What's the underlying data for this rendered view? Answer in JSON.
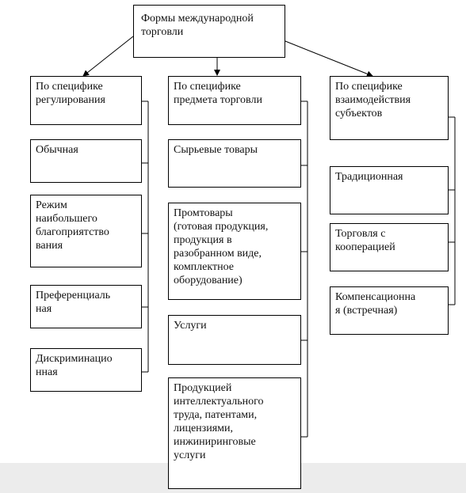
{
  "root": "Формы международной\nторговли",
  "columns": [
    {
      "header": "По специфике\nрегулирования",
      "items": [
        "Обычная",
        "Режим\nнаибольшего\nблагоприятство\nвания",
        "Преференциаль\nная",
        "Дискриминацио\nнная"
      ]
    },
    {
      "header": "По специфике\nпредмета торговли",
      "items": [
        "Сырьевые товары",
        "Промтовары\n(готовая продукция,\nпродукция в\nразобранном виде,\nкомплектное\nоборудование)",
        "Услуги",
        "Продукцией\nинтеллектуального\nтруда, патентами,\nлицензиями,\nинжиниринговые\nуслуги"
      ]
    },
    {
      "header": "По специфике\nвзаимодействия\nсубъектов",
      "items": [
        "Традиционная",
        "Торговля с\nкооперацией",
        "Компенсационна\nя (встречная)"
      ]
    }
  ],
  "colors": {
    "line": "#000000",
    "box_border": "#000000",
    "bottom_band": "#ececec"
  }
}
